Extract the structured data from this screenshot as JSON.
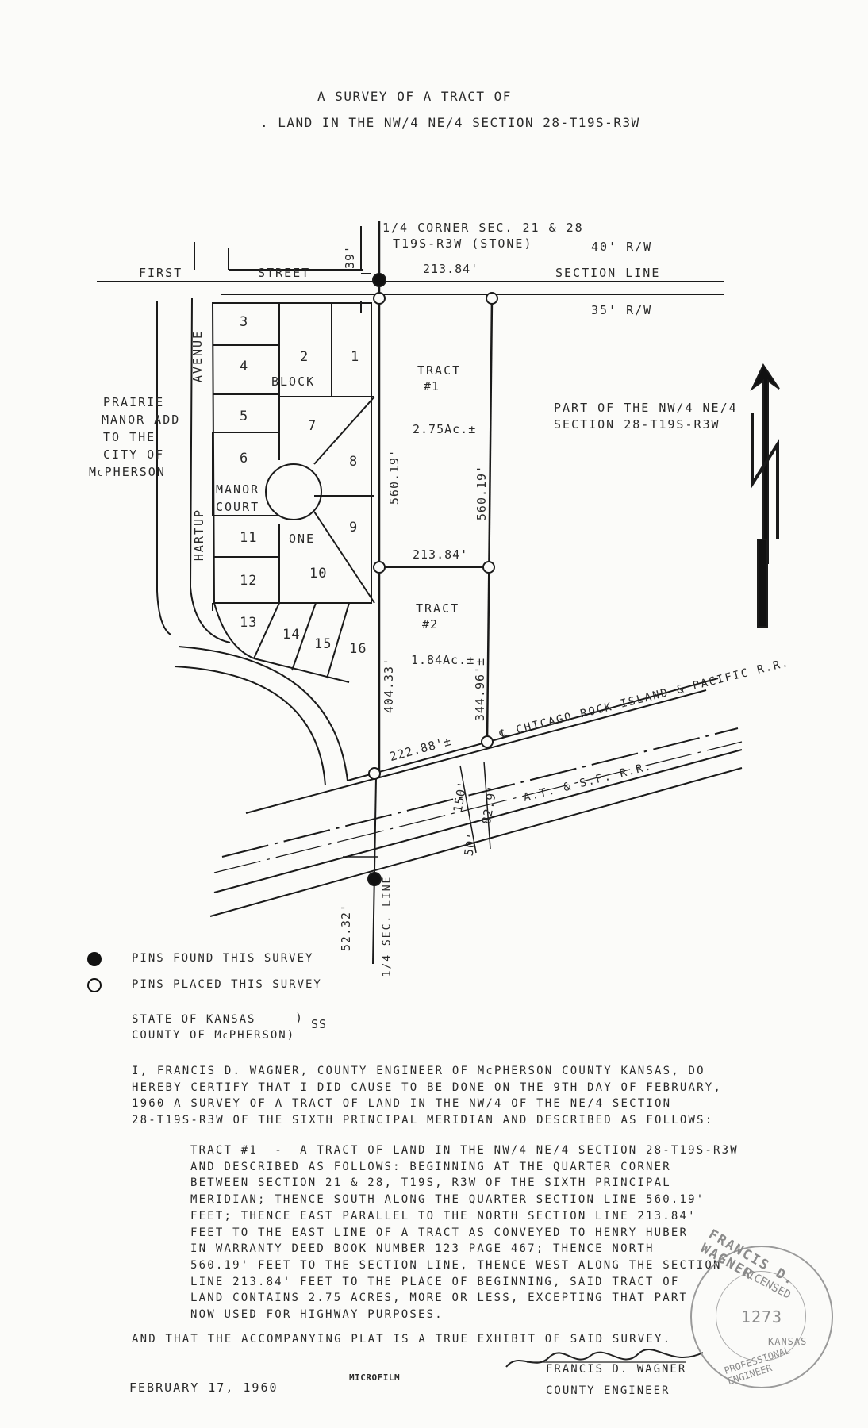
{
  "title": {
    "line1": "A SURVEY OF A TRACT OF",
    "line2": ". LAND IN THE NW/4 NE/4 SECTION 28-T19S-R3W"
  },
  "plat": {
    "corner_label_1": "1/4 CORNER SEC. 21 & 28",
    "corner_label_2": "T19S-R3W (STONE)",
    "row_40": "40' R/W",
    "row_35": "35' R/W",
    "section_line": "SECTION LINE",
    "first": "FIRST",
    "street": "STREET",
    "dim_39": "39'",
    "dim_top": "213.84'",
    "dim_mid": "213.84'",
    "dim_bottom": "222.88'±",
    "dim_west_t1": "560.19'",
    "dim_east_t1": "560.19'",
    "dim_west_t2": "404.33'",
    "dim_east_t2": "344.96'±",
    "dim_150": "150'",
    "dim_82": "82.9'",
    "dim_50": "50'",
    "dim_5232": "52.32'",
    "quarter_sec_line": "1/4 SEC. LINE",
    "tract1_name": "TRACT",
    "tract1_num": "#1",
    "tract1_area": "2.75Ac.±",
    "tract2_name": "TRACT",
    "tract2_num": "#2",
    "tract2_area": "1.84Ac.±",
    "part_of_1": "PART OF THE NW/4 NE/4",
    "part_of_2": "SECTION 28-T19S-R3W",
    "prairie": [
      "PRAIRIE",
      "MANOR ADD",
      "TO THE",
      "CITY OF",
      "McPHERSON"
    ],
    "avenue": "AVENUE",
    "hartup": "HARTUP",
    "block": "BLOCK",
    "one": "ONE",
    "manor": "MANOR",
    "court": "COURT",
    "lots": [
      "1",
      "2",
      "3",
      "4",
      "5",
      "6",
      "7",
      "8",
      "9",
      "10",
      "11",
      "12",
      "13",
      "14",
      "15",
      "16"
    ],
    "rr_crip": "℄ CHICAGO ROCK ISLAND & PACIFIC R.R.",
    "rr_atsf": "A.T. & S.F. R.R."
  },
  "legend": {
    "found": "PINS FOUND THIS SURVEY",
    "placed": "PINS PLACED THIS SURVEY"
  },
  "venue": {
    "state": "STATE OF KANSAS",
    "county": "COUNTY OF McPHERSON)",
    "paren": ")",
    "ss": "SS"
  },
  "certification": {
    "lines": [
      "I, FRANCIS D. WAGNER, COUNTY ENGINEER OF McPHERSON COUNTY KANSAS, DO",
      "HEREBY CERTIFY THAT I DID CAUSE TO BE DONE ON THE 9TH DAY OF FEBRUARY,",
      "1960 A SURVEY OF A TRACT OF LAND IN THE NW/4 OF THE NE/4 SECTION",
      "28-T19S-R3W OF THE SIXTH PRINCIPAL MERIDIAN AND DESCRIBED AS FOLLOWS:"
    ]
  },
  "tract_description": {
    "lines": [
      "TRACT #1  -  A TRACT OF LAND IN THE NW/4 NE/4 SECTION 28-T19S-R3W",
      "AND DESCRIBED AS FOLLOWS: BEGINNING AT THE QUARTER CORNER",
      "BETWEEN SECTION 21 & 28, T19S, R3W OF THE SIXTH PRINCIPAL",
      "MERIDIAN; THENCE SOUTH ALONG THE QUARTER SECTION LINE 560.19'",
      "FEET; THENCE EAST PARALLEL TO THE NORTH SECTION LINE 213.84'",
      "FEET TO THE EAST LINE OF A TRACT AS CONVEYED TO HENRY HUBER",
      "IN WARRANTY DEED BOOK NUMBER 123 PAGE 467; THENCE NORTH",
      "560.19' FEET TO THE SECTION LINE, THENCE WEST ALONG THE SECTION",
      "LINE 213.84' FEET TO THE PLACE OF BEGINNING, SAID TRACT OF",
      "LAND CONTAINS 2.75 ACRES, MORE OR LESS, EXCEPTING THAT PART",
      "NOW USED FOR HIGHWAY PURPOSES."
    ],
    "closing": "AND THAT THE ACCOMPANYING PLAT IS A TRUE EXHIBIT OF SAID SURVEY."
  },
  "signature": {
    "name": "FRANCIS D. WAGNER",
    "title": "COUNTY ENGINEER"
  },
  "date": "FEBRUARY 17, 1960",
  "stamp": "MICROFILM",
  "seal": {
    "name": "FRANCIS D. WAGNER",
    "licensed": "LICENSED",
    "number": "1273",
    "bottom": "PROFESSIONAL ENGINEER",
    "state": "KANSAS"
  }
}
